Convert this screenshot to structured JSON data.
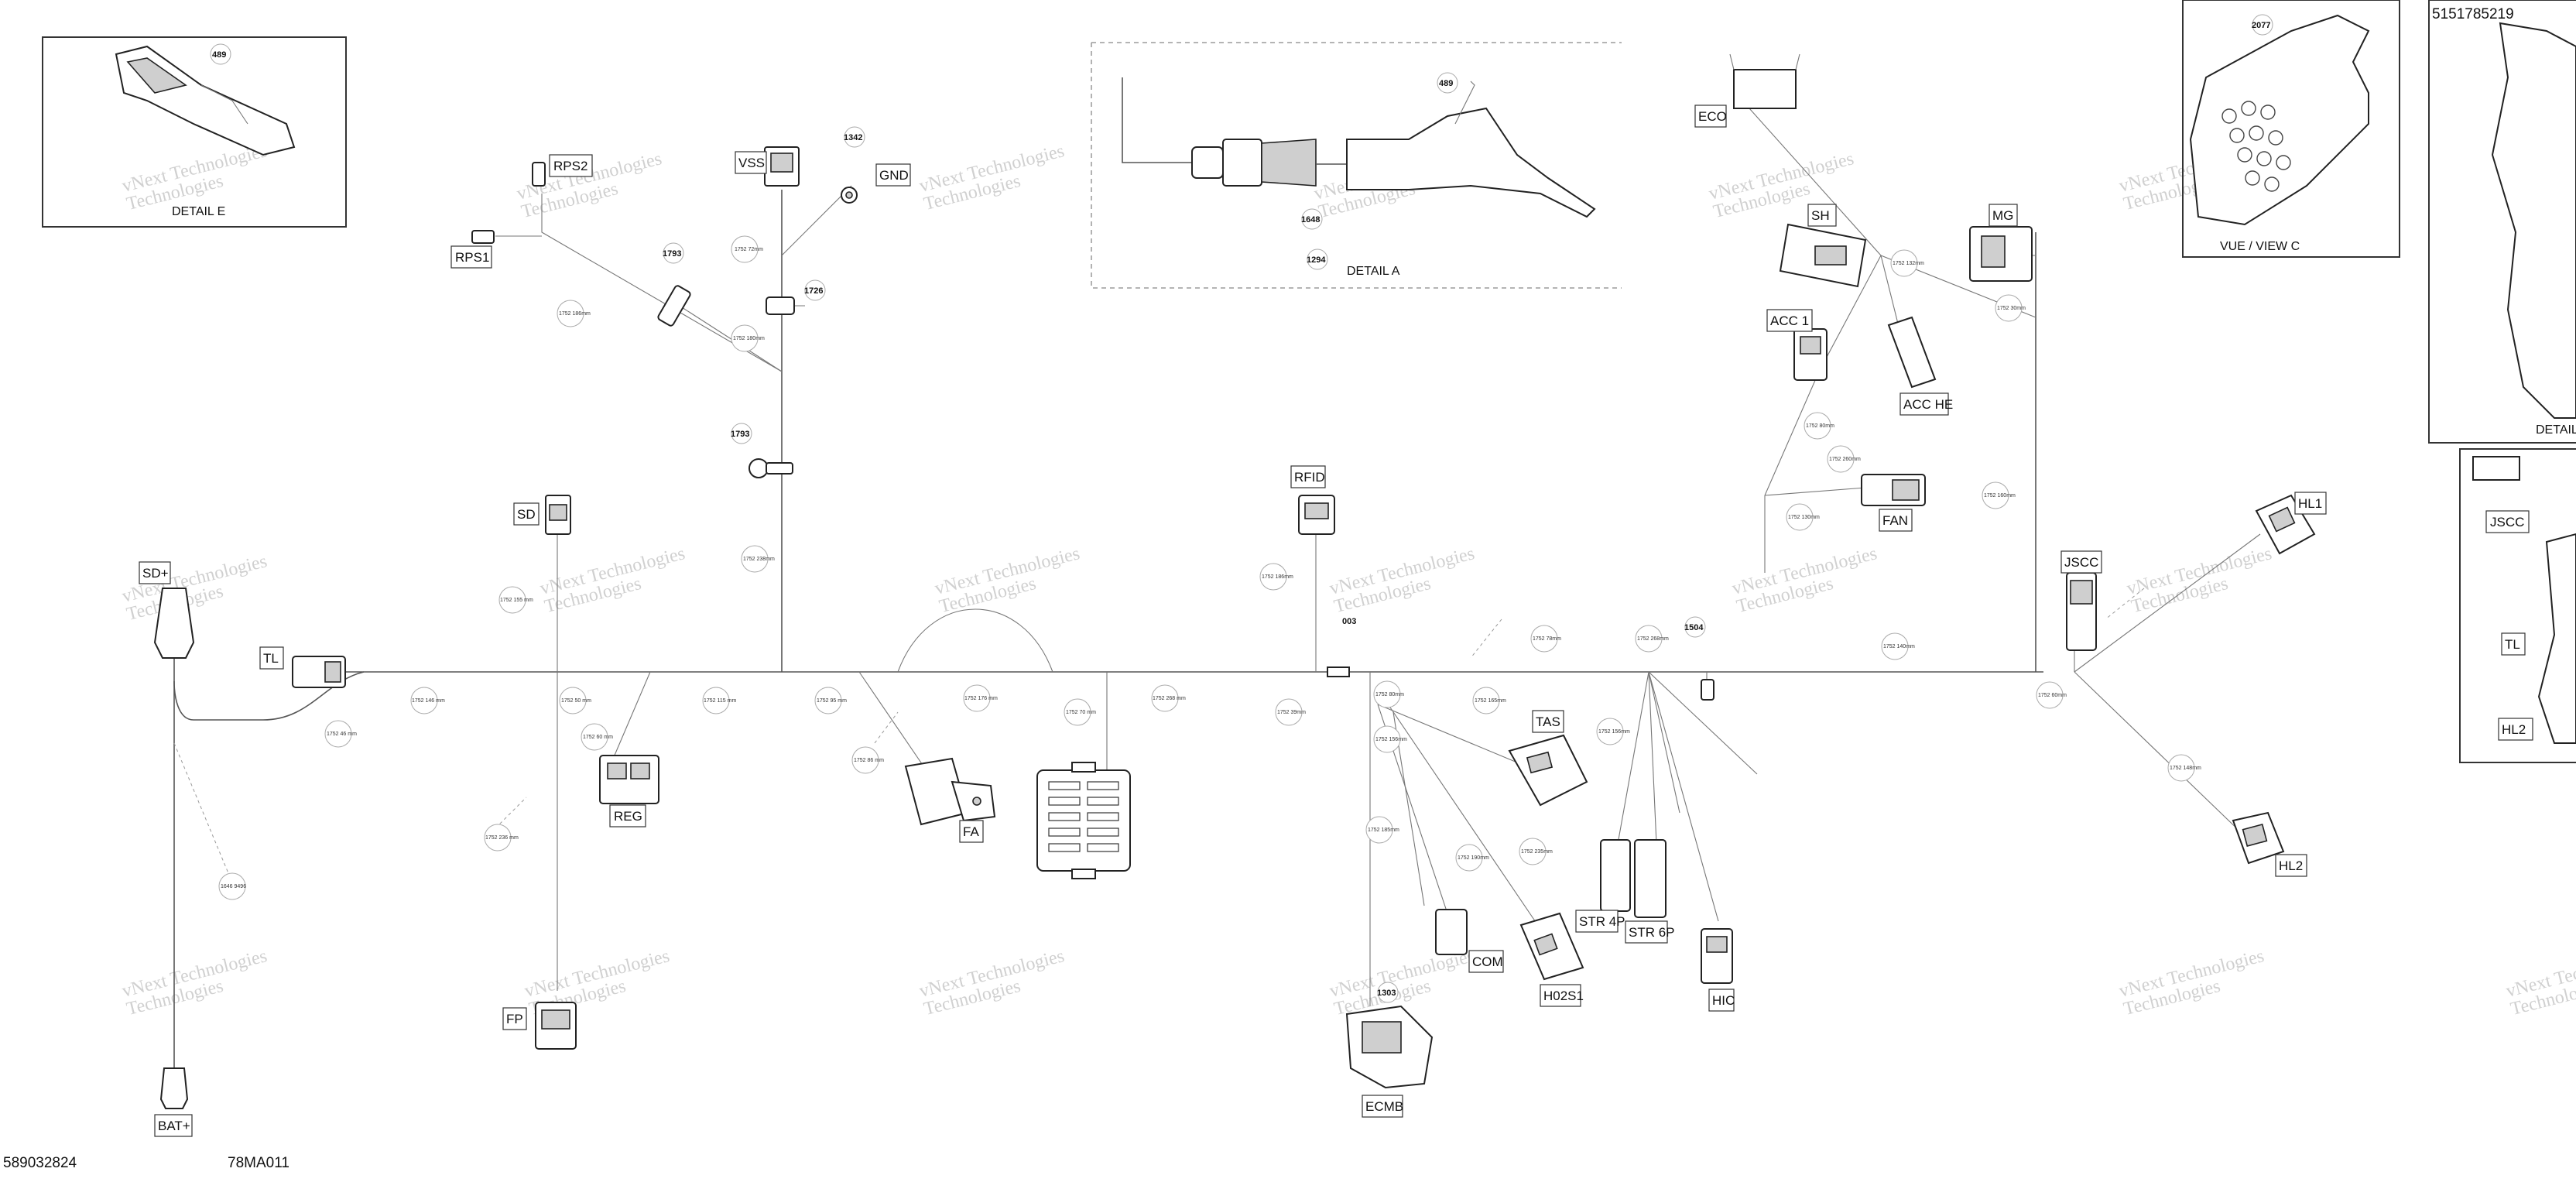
{
  "document": {
    "part_number_left": "589032824",
    "part_number_right": "5151785219",
    "drawing_code": "78MA011"
  },
  "watermark": {
    "line1": "vNext Technologies",
    "line2": "Technologies"
  },
  "details": {
    "detail_e": "DETAIL E",
    "detail_a": "DETAIL A",
    "view_c": "VUE / VIEW C",
    "detail_right": "DETAIL"
  },
  "connectors": {
    "rps1": "RPS1",
    "rps2": "RPS2",
    "vss": "VSS",
    "gnd": "GND",
    "eco": "ECO",
    "sh": "SH",
    "mg": "MG",
    "acc1": "ACC 1",
    "acc_he": "ACC HE",
    "fan": "FAN",
    "rfid": "RFID",
    "sd": "SD",
    "sd_plus": "SD+",
    "tl": "TL",
    "reg": "REG",
    "fa": "FA",
    "tas": "TAS",
    "com": "COM",
    "h02s1": "H02S1",
    "str4p": "STR 4P",
    "str6p": "STR 6P",
    "hic": "HIC",
    "ecmb": "ECMB",
    "fp": "FP",
    "bat_plus": "BAT+",
    "jscc": "JSCC",
    "hl1": "HL1",
    "hl2": "HL2",
    "jscc_right": "JSCC",
    "tl_right": "TL",
    "hl2_right": "HL2"
  },
  "callouts": {
    "c489_e": "489",
    "c489_a": "489",
    "c1648": "1648",
    "c1294": "1294",
    "c1342": "1342",
    "c1793_top": "1793",
    "c1726": "1726",
    "c1793_mid": "1793",
    "c2077": "2077",
    "c1504": "1504",
    "c003": "003",
    "c1303": "1303"
  },
  "wire_specs": [
    "1752 186mm",
    "1752 72mm",
    "1752 180mm",
    "1752 238mm",
    "1752 155 mm",
    "1752 146 mm",
    "1752 46 mm",
    "1752 50 mm",
    "1752 115 mm",
    "1752 60 mm",
    "1752 95 mm",
    "1752 86 mm",
    "1752 176 mm",
    "1752 70 mm",
    "1752 268 mm",
    "1752 186mm",
    "1752 39mm",
    "1752 80mm",
    "1752 185mm",
    "1752 156mm",
    "1752 165mm",
    "1752 190mm",
    "1752 235mm",
    "1752 78mm",
    "1752 156mm",
    "1752 268mm",
    "1752 132mm",
    "1752 30mm",
    "1752 80mm",
    "1752 260mm",
    "1752 130mm",
    "1752 160mm",
    "1752 140mm",
    "1752 60mm",
    "1752 148mm",
    "1646 9496",
    "1752 236 mm"
  ]
}
